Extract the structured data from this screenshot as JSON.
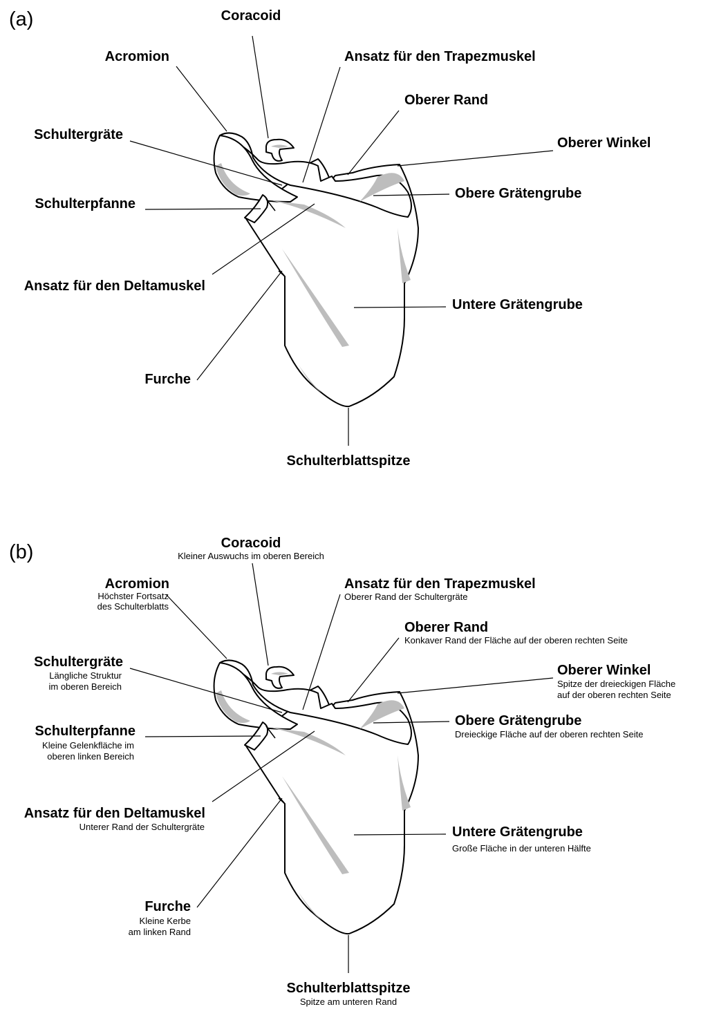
{
  "panels": [
    {
      "letter": "(a)",
      "labels": {
        "coracoid": {
          "name": "Coracoid"
        },
        "acromion": {
          "name": "Acromion"
        },
        "trapezmuskel": {
          "name": "Ansatz für den Trapezmuskel"
        },
        "oberer_rand": {
          "name": "Oberer Rand"
        },
        "schultergraete": {
          "name": "Schultergräte"
        },
        "oberer_winkel": {
          "name": "Oberer Winkel"
        },
        "obere_graetengrube": {
          "name": "Obere Grätengrube"
        },
        "schulterpfanne": {
          "name": "Schulterpfanne"
        },
        "deltamuskel": {
          "name": "Ansatz für den Deltamuskel"
        },
        "untere_graetengrube": {
          "name": "Untere Grätengrube"
        },
        "furche": {
          "name": "Furche"
        },
        "schulterblattspitze": {
          "name": "Schulterblattspitze"
        }
      }
    },
    {
      "letter": "(b)",
      "labels": {
        "coracoid": {
          "name": "Coracoid",
          "desc": [
            "Kleiner Auswuchs im oberen Bereich"
          ]
        },
        "acromion": {
          "name": "Acromion",
          "desc": [
            "Höchster Fortsatz",
            "des Schulterblatts"
          ]
        },
        "trapezmuskel": {
          "name": "Ansatz für den Trapezmuskel",
          "desc": [
            "Oberer Rand der Schultergräte"
          ]
        },
        "oberer_rand": {
          "name": "Oberer Rand",
          "desc": [
            "Konkaver Rand der Fläche auf der oberen rechten Seite"
          ]
        },
        "schultergraete": {
          "name": "Schultergräte",
          "desc": [
            "Längliche Struktur",
            "im oberen Bereich"
          ]
        },
        "oberer_winkel": {
          "name": "Oberer Winkel",
          "desc": [
            "Spitze der dreieckigen Fläche",
            "auf der oberen rechten Seite"
          ]
        },
        "obere_graetengrube": {
          "name": "Obere Grätengrube",
          "desc": [
            "Dreieckige Fläche auf der oberen rechten Seite"
          ]
        },
        "schulterpfanne": {
          "name": "Schulterpfanne",
          "desc": [
            "Kleine Gelenkfläche im",
            "oberen linken Bereich"
          ]
        },
        "deltamuskel": {
          "name": "Ansatz für den Deltamuskel",
          "desc": [
            "Unterer Rand der Schultergräte"
          ]
        },
        "untere_graetengrube": {
          "name": "Untere Grätengrube",
          "desc": [
            "Große Fläche in der unteren Hälfte"
          ]
        },
        "furche": {
          "name": "Furche",
          "desc": [
            "Kleine Kerbe",
            "am linken Rand"
          ]
        },
        "schulterblattspitze": {
          "name": "Schulterblattspitze",
          "desc": [
            "Spitze am unteren Rand"
          ]
        }
      }
    }
  ]
}
